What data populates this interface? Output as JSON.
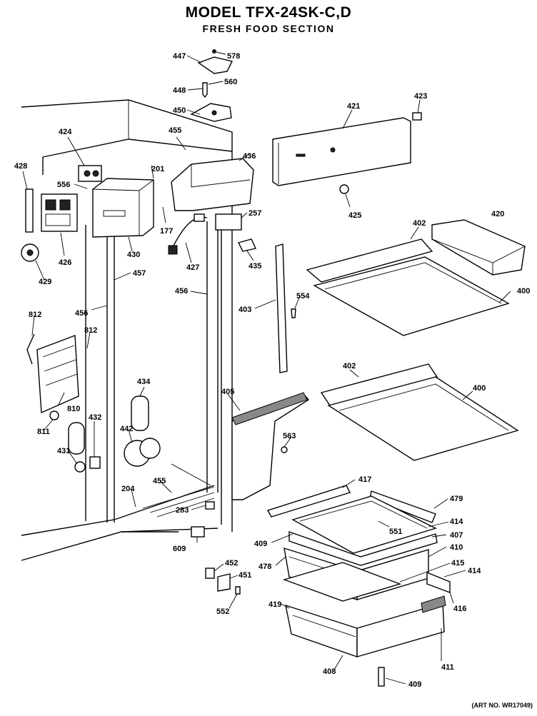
{
  "title": "MODEL TFX-24SK-C,D",
  "subtitle": "FRESH FOOD SECTION",
  "art_number": "(ART NO. WR17049)",
  "labels": {
    "p447": "447",
    "p578": "578",
    "p448": "448",
    "p560": "560",
    "p450": "450",
    "p421": "421",
    "p423": "423",
    "p455a": "455",
    "p424": "424",
    "p201": "201",
    "p436": "436",
    "p428a": "428",
    "p556": "556",
    "p257": "257",
    "p425": "425",
    "p420": "420",
    "p177": "177",
    "p402a": "402",
    "p426": "426",
    "p430": "430",
    "p427": "427",
    "p435": "435",
    "p429": "429",
    "p457": "457",
    "p400a": "400",
    "p456a": "456",
    "p554": "554",
    "p403": "403",
    "p812a": "812",
    "p456b": "456",
    "p812b": "812",
    "p402b": "402",
    "p400b": "400",
    "p434": "434",
    "p810": "810",
    "p405": "405",
    "p811": "811",
    "p432": "432",
    "p442": "442",
    "p563": "563",
    "p431": "431",
    "p417": "417",
    "p455b": "455",
    "p479a": "479",
    "p204": "204",
    "p283": "283",
    "p414a": "414",
    "p551": "551",
    "p407": "407",
    "p409a": "409",
    "p609": "609",
    "p410": "410",
    "p478": "478",
    "p452": "452",
    "p415": "415",
    "p451": "451",
    "p414b": "414",
    "p416": "416",
    "p552": "552",
    "p419": "419",
    "p411": "411",
    "p408": "408",
    "p409b": "409"
  }
}
